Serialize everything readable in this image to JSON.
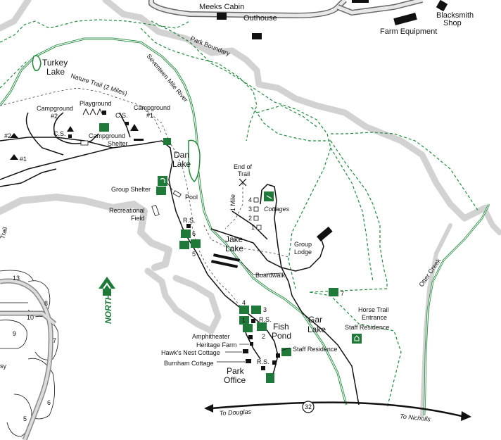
{
  "map": {
    "north_label": "NORTH",
    "places": {
      "meeks_cabin": "Meeks Cabin",
      "outhouse": "Outhouse",
      "blacksmith_shop_1": "Blacksmith",
      "blacksmith_shop_2": "Shop",
      "farm_equipment": "Farm Equipment",
      "park_boundary": "Park Boundary",
      "turkey_lake_1": "Turkey",
      "turkey_lake_2": "Lake",
      "seventeen_mile_river": "Seventeen Mile River",
      "nature_trail": "Nature Trail (2 Miles)",
      "campground2_1": "Campground",
      "campground2_2": "#2",
      "playground": "Playground",
      "cs_left": "C.S.",
      "cs_right": "C.S.",
      "campground1_1": "Campground",
      "campground1_2": "#1",
      "campground_shelter_1": "Campground",
      "campground_shelter_2": "Shelter",
      "hash2": "#2",
      "hash1": "#1",
      "dan_lake_1": "Dan",
      "dan_lake_2": "Lake",
      "end_of_trail_1": "End of",
      "end_of_trail_2": "Trail",
      "group_shelter": "Group Shelter",
      "pool": "Pool",
      "recreational_field_1": "Recreational",
      "recreational_field_2": "Field",
      "one_mile": "1 Mile",
      "cottages": "Cottages",
      "cottage_4": "4",
      "cottage_3": "3",
      "cottage_2": "2",
      "cottage_1": "1",
      "rs_top": "R.S.",
      "six": "6",
      "five": "5",
      "jake_lake_1": "Jake",
      "jake_lake_2": "Lake",
      "group_lodge_1": "Group",
      "group_lodge_2": "Lodge",
      "boardwalk": "Boardwalk",
      "trail_left": "Trail",
      "seven": "7",
      "otter_creek": "Otter Creek",
      "four": "4",
      "three": "3",
      "one": "1",
      "two": "2",
      "rs_mid": "R.S.",
      "fish_pond_1": "Fish",
      "fish_pond_2": "Pond",
      "gar_lake_1": "Gar",
      "gar_lake_2": "Lake",
      "horse_trail_1": "Horse Trail",
      "horse_trail_2": "Entrance",
      "staff_residence_right": "Staff Residence",
      "amphitheater": "Amphitheater",
      "heritage_farm": "Heritage Farm",
      "hawks_nest": "Hawk's Nest Cottage",
      "staff_residence_mid": "Staff Residence",
      "burnham_cottage": "Burnham Cottage",
      "rs_bottom": "R.S.",
      "park_office_1": "Park",
      "park_office_2": "Office",
      "to_douglas": "To Douglas",
      "to_nicholls": "To Nicholls",
      "route_32": "32",
      "site_13": "13",
      "site_8": "8",
      "site_10": "10",
      "site_9": "9",
      "site_7": "7",
      "site_6": "6",
      "site_5": "5",
      "sy": "sy"
    },
    "colors": {
      "green": "#1f7a3a",
      "river": "#1f8a3a",
      "gray_road": "#d2d2d2",
      "black": "#111111"
    }
  }
}
